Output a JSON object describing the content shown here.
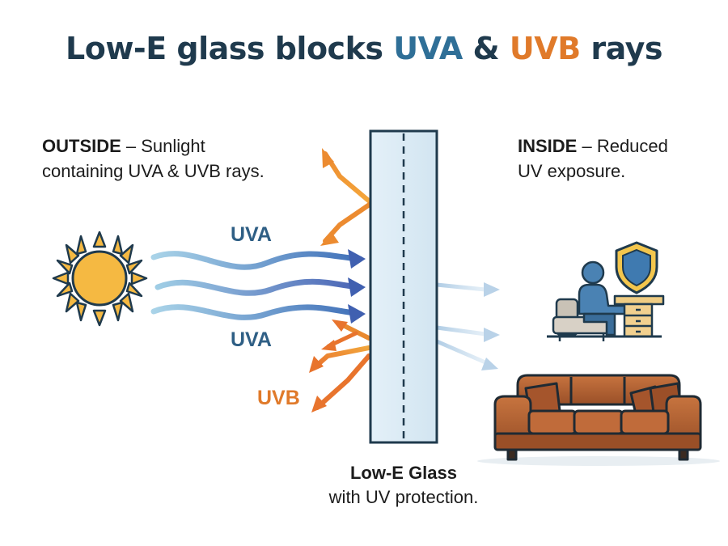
{
  "title": {
    "part1": "Low-E glass blocks ",
    "uva": "UVA",
    "amp": " & ",
    "uvb": "UVB",
    "part2": " rays"
  },
  "outside": {
    "heading": "OUTSIDE",
    "line1": " – Sunlight",
    "line2": "containing UVA & UVB rays."
  },
  "inside": {
    "heading": "INSIDE",
    "line1": " – Reduced",
    "line2": "UV exposure."
  },
  "rays": {
    "uva_top": "UVA",
    "uva_bottom": "UVA",
    "uvb": "UVB"
  },
  "glass": {
    "title": "Low-E Glass",
    "subtitle": "with UV protection."
  },
  "colors": {
    "uva": "#3a78a8",
    "uvb": "#e9892f",
    "glass": "#dcebf5",
    "sofa": "#b5653a",
    "shield": "#f3c64d",
    "sun": "#f5b942"
  },
  "icons": [
    "sun-icon",
    "glass-pane",
    "person-at-desk-icon",
    "shield-icon",
    "sofa-icon"
  ]
}
